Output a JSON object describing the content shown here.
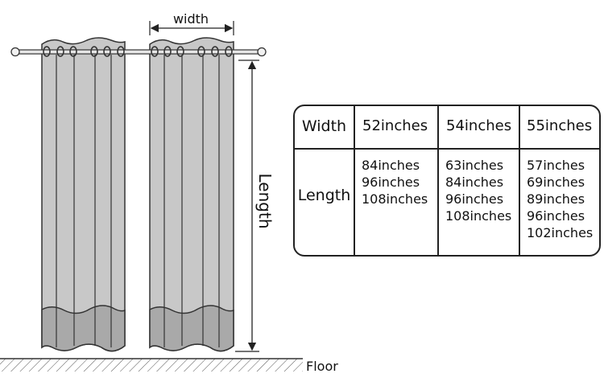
{
  "diagram": {
    "width_label": "width",
    "length_label": "Length",
    "floor_label": "Floor"
  },
  "table": {
    "row_labels": {
      "width": "Width",
      "length": "Length"
    },
    "columns": [
      {
        "width": "52inches",
        "lengths": [
          "84inches",
          "96inches",
          "108inches"
        ]
      },
      {
        "width": "54inches",
        "lengths": [
          "63inches",
          "84inches",
          "96inches",
          "108inches"
        ]
      },
      {
        "width": "55inches",
        "lengths": [
          "57inches",
          "69inches",
          "89inches",
          "96inches",
          "102inches"
        ]
      }
    ]
  },
  "colors": {
    "curtain_fill": "#c8c8c8",
    "curtain_hem": "#a9a9a9",
    "outline": "#333333"
  }
}
